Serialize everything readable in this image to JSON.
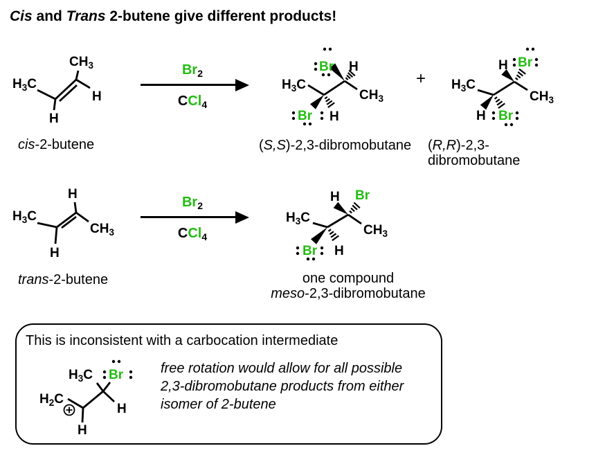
{
  "title": {
    "cis": "Cis",
    "and": " and ",
    "trans": "Trans",
    "rest": " 2-butene give different products!"
  },
  "colors": {
    "bromine_green": "#23bd11",
    "ink": "#000000"
  },
  "reagents": {
    "br": "Br",
    "br_sub": "2",
    "c": "C",
    "cl": "Cl",
    "ccl4_sub": "4"
  },
  "atoms": {
    "h3c": {
      "h": "H",
      "sub": "3",
      "c": "C"
    },
    "ch3": {
      "ch": "CH",
      "sub": "3"
    },
    "h2c": {
      "h": "H",
      "sub": "2",
      "c": "C"
    },
    "h": "H",
    "br": "Br",
    "plus_charge": "+"
  },
  "labels": {
    "reactant1": {
      "italic": "cis",
      "rest": "-2-butene"
    },
    "reactant2": {
      "italic": "trans",
      "rest": "-2-butene"
    },
    "product_ss": {
      "open": "(",
      "stereo": "S,S",
      "rest": ")-2,3-dibromobutane"
    },
    "plus": "+",
    "product_rr": {
      "open": "(",
      "stereo": "R,R",
      "rest": ")-2,3-",
      "line2": "dibromobutane"
    },
    "product_meso": {
      "line1": "one compound",
      "italic": "meso",
      "rest": "-2,3-dibromobutane"
    }
  },
  "note_box": {
    "heading": "This is inconsistent with a carbocation intermediate",
    "line1": "free rotation would allow for all possible",
    "line2": "2,3-dibromobutane products from either",
    "line3": "isomer of 2-butene"
  }
}
